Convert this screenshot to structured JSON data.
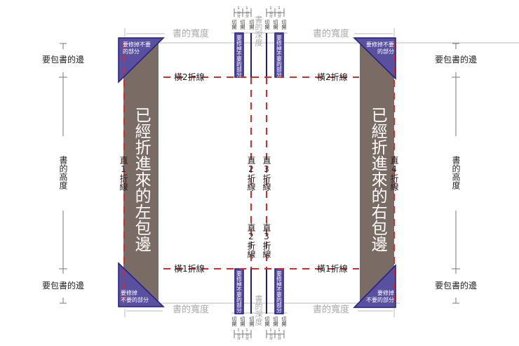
{
  "colors": {
    "fold_line": "#d62b2b",
    "trim": "#5a50a0",
    "trim_edge": "#1f1f80",
    "flap": "#7a6b64",
    "guide": "#b0b0b0"
  },
  "labels": {
    "wrap_edge": "要包書的邊",
    "book_height": "書的高度",
    "book_width": "書的寬度",
    "book_depth": "書的深度",
    "trim_part": "要修掉不要的部分",
    "trim_top_left_line1": "要修掉不要",
    "trim_top_left_line2": "的部分",
    "trim_bottom_line1": "要修掉",
    "trim_bottom_line2": "不要的部分",
    "left_flap": "已經折進來的左包邊",
    "right_flap": "已經折進來的右包邊",
    "h_fold_1": "橫1折線",
    "h_fold_2": "橫2折線",
    "v_fold_1": "直1折線",
    "v_fold_2": "直2折線",
    "v_fold_3": "直3折線",
    "v_fold_4": "直4折線",
    "cut": "切開",
    "one_cm": "1公分"
  }
}
